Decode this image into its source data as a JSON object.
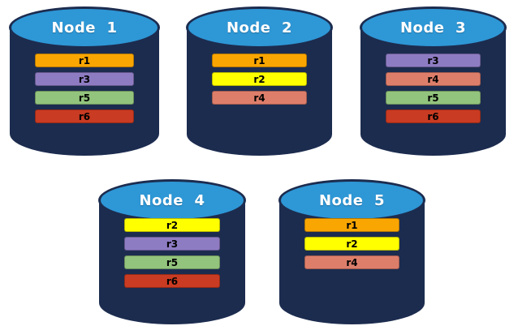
{
  "diagram": {
    "name": "database-nodes-replica-distribution",
    "nodes": [
      {
        "title": "Node  1",
        "replicas": [
          "r1",
          "r3",
          "r5",
          "r6"
        ]
      },
      {
        "title": "Node  2",
        "replicas": [
          "r1",
          "r2",
          "r4"
        ]
      },
      {
        "title": "Node  3",
        "replicas": [
          "r3",
          "r4",
          "r5",
          "r6"
        ]
      },
      {
        "title": "Node  4",
        "replicas": [
          "r2",
          "r3",
          "r5",
          "r6"
        ]
      },
      {
        "title": "Node  5",
        "replicas": [
          "r1",
          "r2",
          "r4"
        ]
      }
    ]
  },
  "palette": {
    "background": "#FFFFFF",
    "cylinder_body": "#1C2C4F",
    "cylinder_top": "#2E97D6",
    "cylinder_outline": "#1C2C4F",
    "title_text": "#FFFFFF",
    "replica_text": "#000000",
    "replica_colors": {
      "r1": "#F9A602",
      "r2": "#FFFF00",
      "r3": "#8E7CC3",
      "r4": "#DD7E6B",
      "r5": "#93C47D",
      "r6": "#C93B22"
    }
  }
}
